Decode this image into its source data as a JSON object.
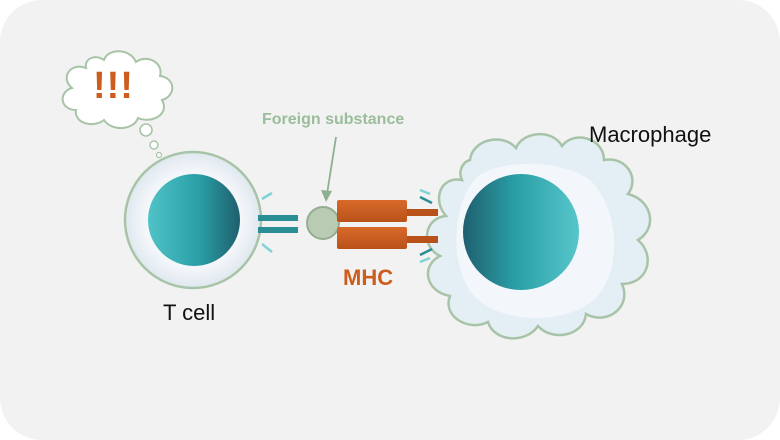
{
  "labels": {
    "t_cell": "T cell",
    "macrophage": "Macrophage",
    "foreign_substance": "Foreign substance",
    "mhc": "MHC",
    "alarm": "!!!"
  },
  "colors": {
    "background": "#f2f2f2",
    "cell_outline": "#a8c4a8",
    "nucleus": "#2a9fa6",
    "mhc": "#cc5d1d",
    "receptor": "#2a8e95",
    "foreign_substance": "#b9cbb3",
    "text_accent": "#9bbd9b"
  }
}
